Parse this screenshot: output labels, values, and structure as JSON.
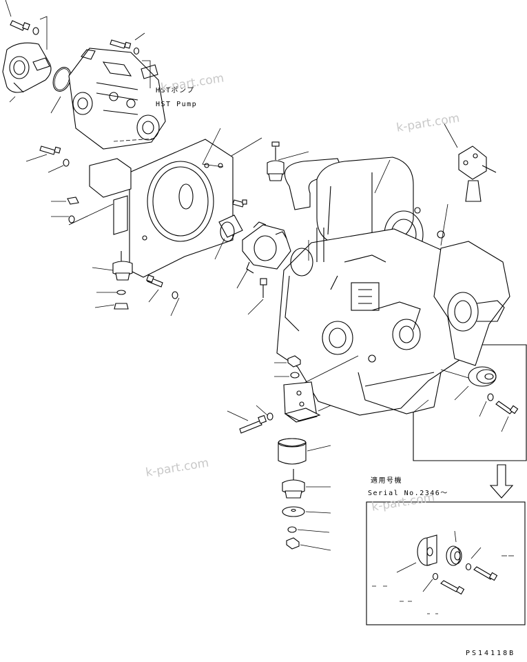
{
  "labels": {
    "hst_pump_jp": "HSTポンプ",
    "hst_pump_en": "HST Pump",
    "serial_jp": "適用号機",
    "serial_en": "Serial No.2346～",
    "drawing_no": "PS14118B"
  },
  "watermarks": [
    "k-part.com",
    "k-part.com",
    "k-part.com",
    "k-part.com"
  ],
  "colors": {
    "line": "#000000",
    "background": "#ffffff",
    "watermark": "#c8c8c8"
  }
}
